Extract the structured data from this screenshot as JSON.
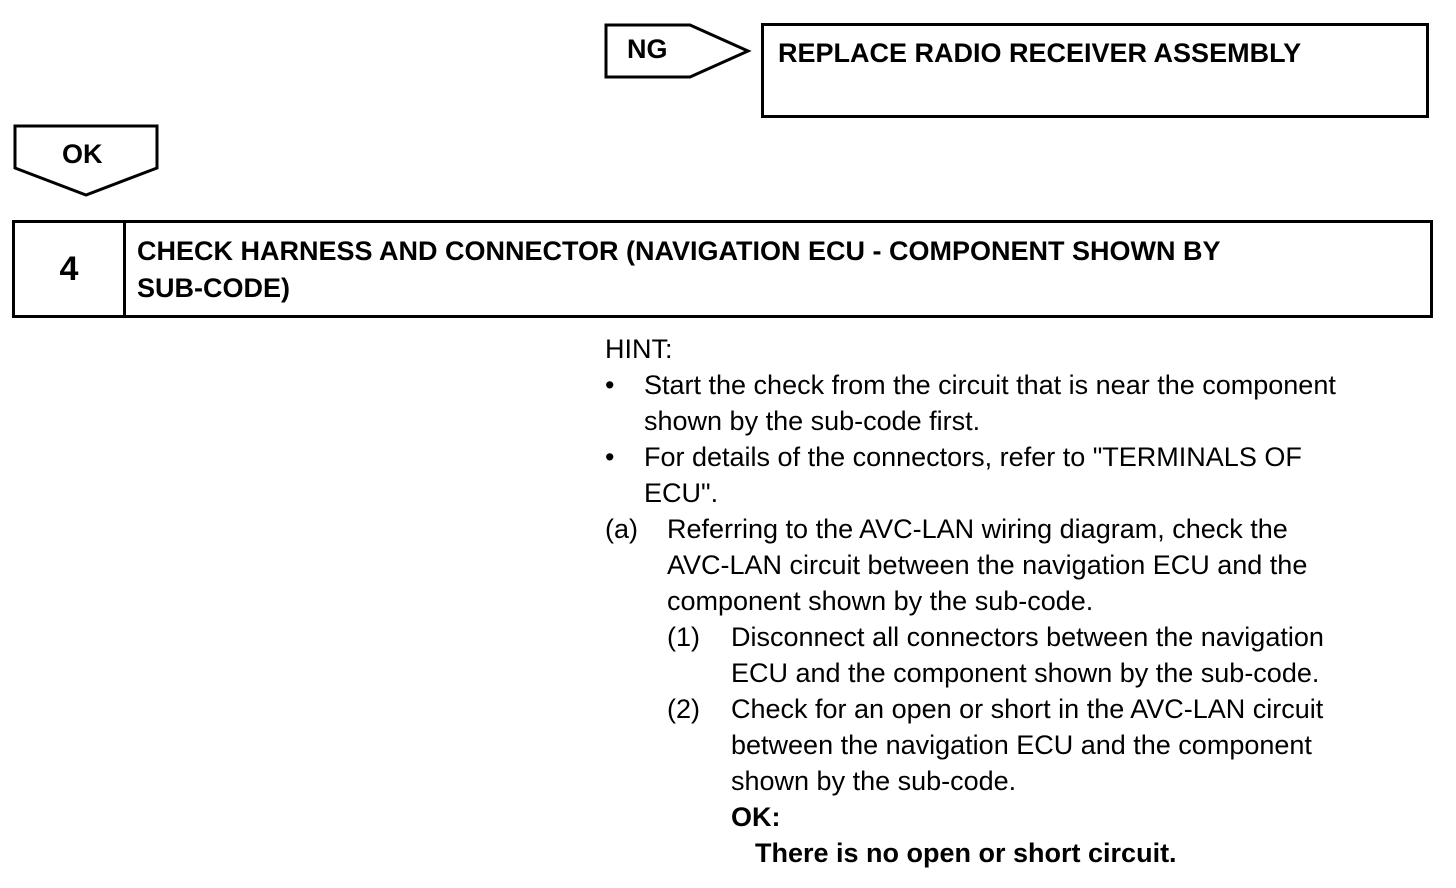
{
  "ng_branch": {
    "tag_label": "NG",
    "action_text": "REPLACE RADIO RECEIVER ASSEMBLY"
  },
  "ok_branch": {
    "tag_label": "OK"
  },
  "step": {
    "number": "4",
    "title_line1": "CHECK HARNESS AND CONNECTOR (NAVIGATION ECU - COMPONENT SHOWN BY",
    "title_line2": "SUB-CODE)"
  },
  "hint": {
    "heading": "HINT:",
    "bullet_char": "•",
    "bullets": [
      {
        "line1": "Start the check from the circuit that is near the component",
        "line2": "shown by the sub-code first."
      },
      {
        "line1": "For details of the connectors, refer to \"TERMINALS OF",
        "line2": "ECU\"."
      }
    ]
  },
  "procedure": {
    "a": {
      "marker": "(a)",
      "line1": "Referring to the AVC-LAN wiring diagram, check the",
      "line2": "AVC-LAN circuit between the navigation ECU and the",
      "line3": "component shown by the sub-code."
    },
    "sub_steps": [
      {
        "marker": "(1)",
        "line1": "Disconnect all connectors between the navigation",
        "line2": "ECU and the component shown by the sub-code."
      },
      {
        "marker": "(2)",
        "line1": "Check for an open or short in the AVC-LAN circuit",
        "line2": "between the navigation ECU and the component",
        "line3": "shown by the sub-code."
      }
    ],
    "result_label": "OK:",
    "result_text": "There is no open or short circuit."
  }
}
